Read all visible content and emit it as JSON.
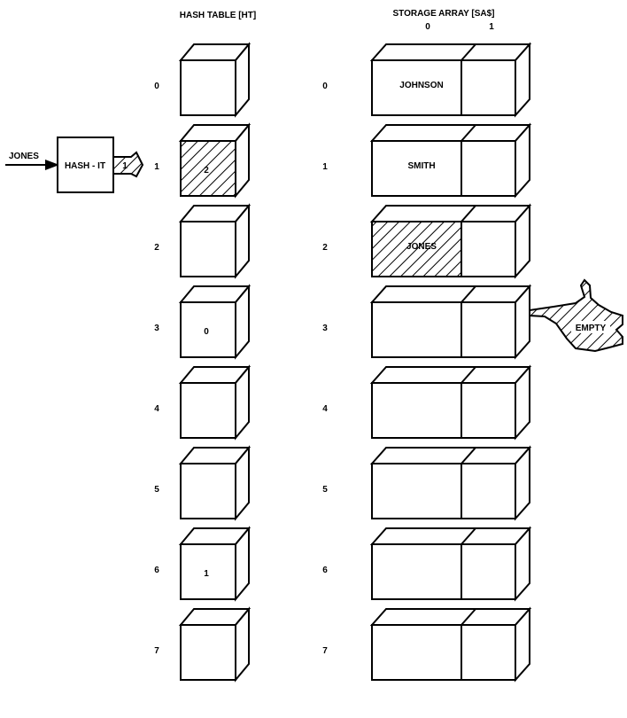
{
  "titles": {
    "hash_table": "HASH TABLE [HT]",
    "storage_array": "STORAGE ARRAY [SA$]",
    "col0": "0",
    "col1": "1"
  },
  "input": {
    "key": "JONES",
    "function": "HASH - IT",
    "output": "1"
  },
  "rows": [
    {
      "index": "0",
      "ht": "",
      "sa0": "JOHNSON",
      "sa1": "",
      "ht_hatched": false,
      "sa_hatched": false
    },
    {
      "index": "1",
      "ht": "2",
      "sa0": "SMITH",
      "sa1": "",
      "ht_hatched": true,
      "sa_hatched": false
    },
    {
      "index": "2",
      "ht": "",
      "sa0": "JONES",
      "sa1": "",
      "ht_hatched": false,
      "sa_hatched": true
    },
    {
      "index": "3",
      "ht": "0",
      "sa0": "",
      "sa1": "",
      "ht_hatched": false,
      "sa_hatched": false
    },
    {
      "index": "4",
      "ht": "",
      "sa0": "",
      "sa1": "",
      "ht_hatched": false,
      "sa_hatched": false
    },
    {
      "index": "5",
      "ht": "",
      "sa0": "",
      "sa1": "",
      "ht_hatched": false,
      "sa_hatched": false
    },
    {
      "index": "6",
      "ht": "1",
      "sa0": "",
      "sa1": "",
      "ht_hatched": false,
      "sa_hatched": false
    },
    {
      "index": "7",
      "ht": "",
      "sa0": "",
      "sa1": "",
      "ht_hatched": false,
      "sa_hatched": false
    }
  ],
  "pointer": {
    "label": "EMPTY"
  }
}
